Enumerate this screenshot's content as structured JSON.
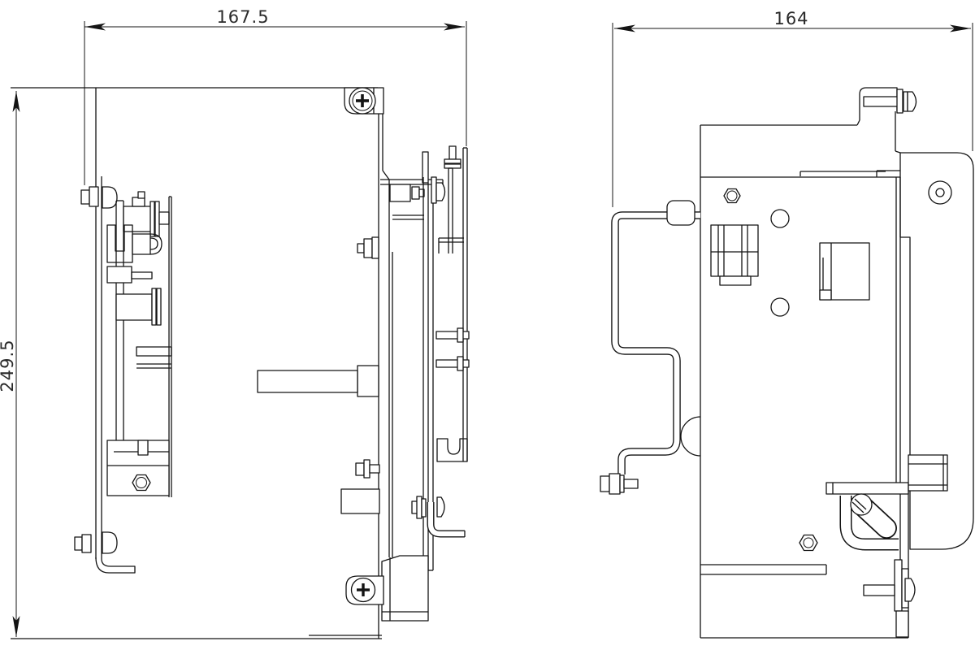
{
  "page": {
    "background": "#ffffff",
    "line_color": "#141414",
    "type": "technical-engineering-drawing"
  },
  "dimensions": {
    "left_view_width": "167.5",
    "right_view_width": "164",
    "left_view_height": "249.5"
  }
}
